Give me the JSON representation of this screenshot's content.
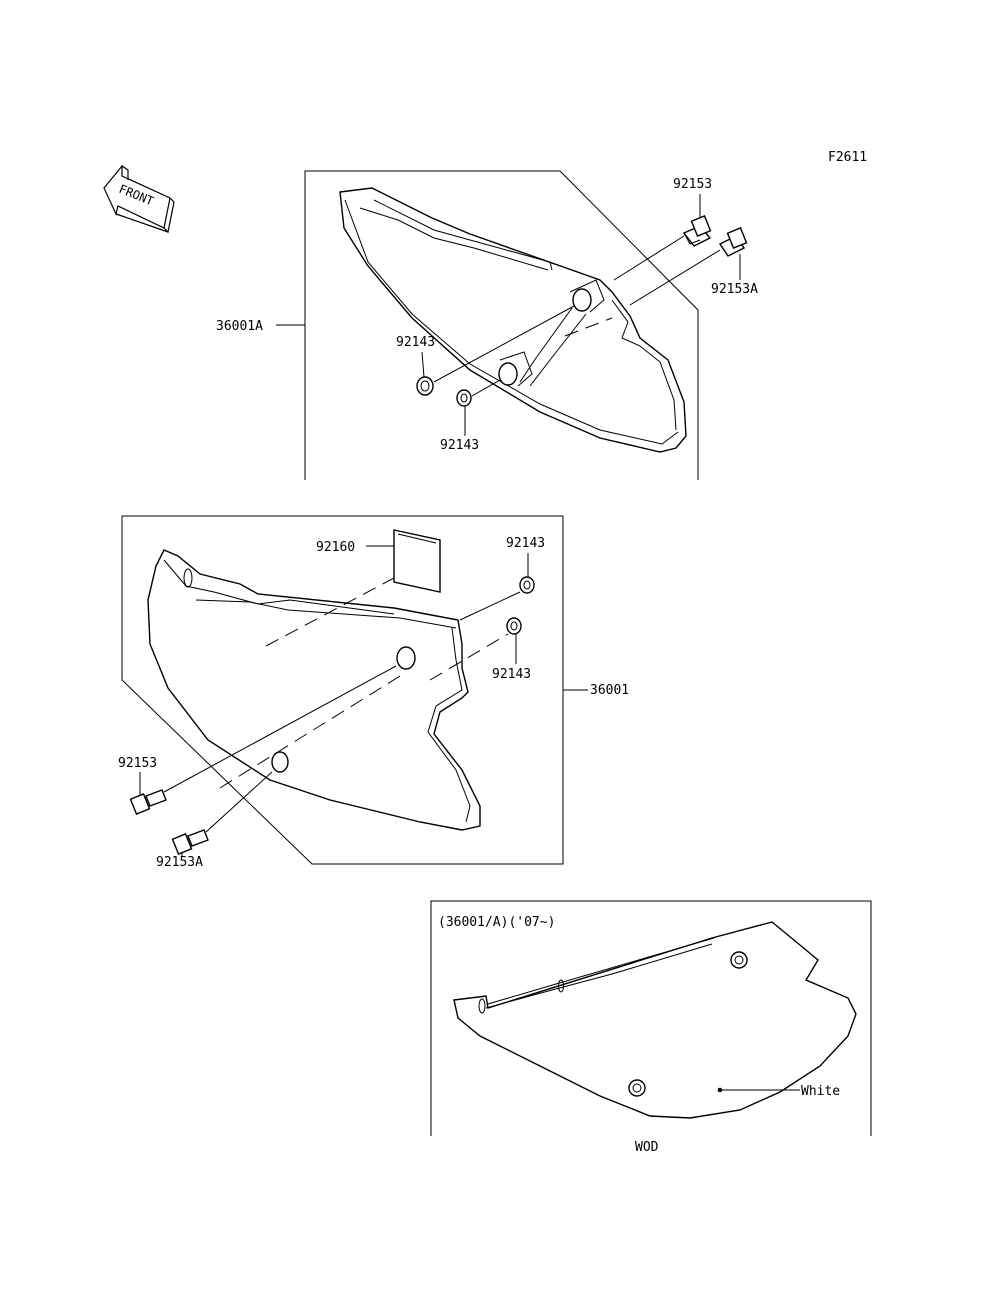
{
  "figure_code": "F2611",
  "front_label": "FRONT",
  "callouts": {
    "top_bolt": "92153",
    "top_bolt_a": "92153A",
    "top_cover_assy": "36001A",
    "top_washer_1": "92143",
    "top_washer_2": "92143",
    "mid_pad": "92160",
    "mid_washer_1": "92143",
    "mid_washer_2": "92143",
    "mid_cover_assy": "36001",
    "mid_bolt": "92153",
    "mid_bolt_a": "92153A"
  },
  "inset": {
    "header": "(36001/A)('07~)",
    "color_label": "White",
    "model_code": "WOD"
  }
}
